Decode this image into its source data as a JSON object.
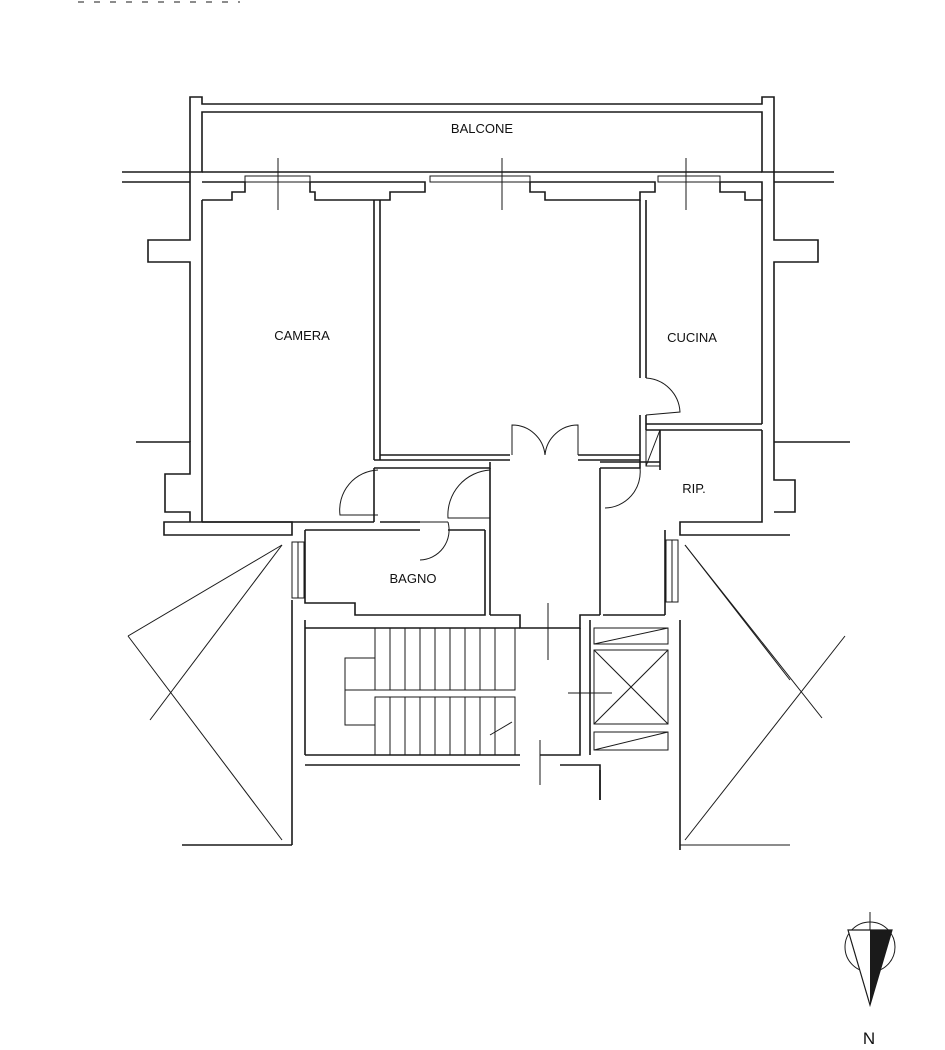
{
  "plan": {
    "rooms": {
      "balcone": "BALCONE",
      "camera": "CAMERA",
      "cucina": "CUCINA",
      "rip": "RIP.",
      "bagno": "BAGNO"
    },
    "north_label": "N",
    "colors": {
      "line": "#1a1a1a",
      "background": "#ffffff"
    }
  }
}
